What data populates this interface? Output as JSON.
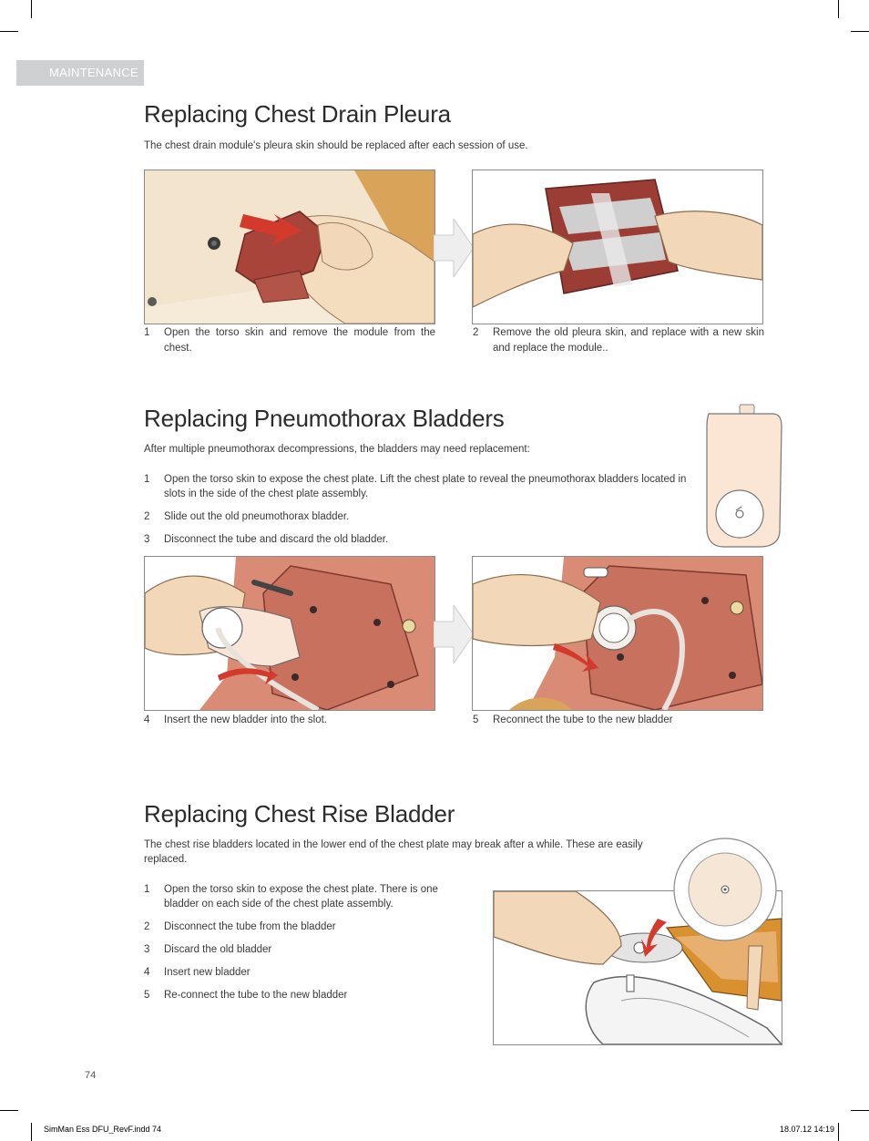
{
  "header": {
    "section_tab": "MAINTENANCE"
  },
  "sections": [
    {
      "title": "Replacing Chest Drain Pleura",
      "intro": "The chest drain module's pleura skin should be replaced after each session of use.",
      "captions": [
        {
          "num": "1",
          "text": "Open the torso skin and remove the module from the chest."
        },
        {
          "num": "2",
          "text": "Remove the old pleura skin, and replace with a new skin and replace the module.."
        }
      ]
    },
    {
      "title": "Replacing Pneumothorax Bladders",
      "intro": "After multiple pneumothorax decompressions, the bladders may need replacement:",
      "steps": [
        {
          "num": "1",
          "text": "Open the torso skin to expose the chest plate. Lift the chest plate to reveal the pneumothorax bladders located in slots in the side of the chest plate assembly."
        },
        {
          "num": "2",
          "text": "Slide out the old pneumothorax bladder."
        },
        {
          "num": "3",
          "text": "Disconnect the tube and discard the old bladder."
        }
      ],
      "captions": [
        {
          "num": "4",
          "text": "Insert the new bladder into the slot."
        },
        {
          "num": "5",
          "text": "Reconnect the tube to the new bladder"
        }
      ]
    },
    {
      "title": "Replacing Chest Rise Bladder",
      "intro": "The chest rise bladders located in the lower end of the chest plate may break after a while. These are easily replaced.",
      "steps": [
        {
          "num": "1",
          "text": "Open the torso skin to expose the chest plate.  There is one bladder on each side of the chest plate assembly."
        },
        {
          "num": "2",
          "text": "Disconnect the tube from the bladder"
        },
        {
          "num": "3",
          "text": "Discard the old bladder"
        },
        {
          "num": "4",
          "text": "Insert new bladder"
        },
        {
          "num": "5",
          "text": "Re-connect the tube to the new bladder"
        }
      ]
    }
  ],
  "footer": {
    "page_number": "74",
    "slug_file": "SimMan Ess DFU_RevF.indd   74",
    "slug_date": "18.07.12   14:19"
  },
  "colors": {
    "tab_gray": "#cfd0d1",
    "skin": "#f2d7b8",
    "torso_red": "#d98b76",
    "plate_red": "#c9715f",
    "arrow_red": "#d33a2c",
    "pleura_maroon": "#9b3c35"
  }
}
